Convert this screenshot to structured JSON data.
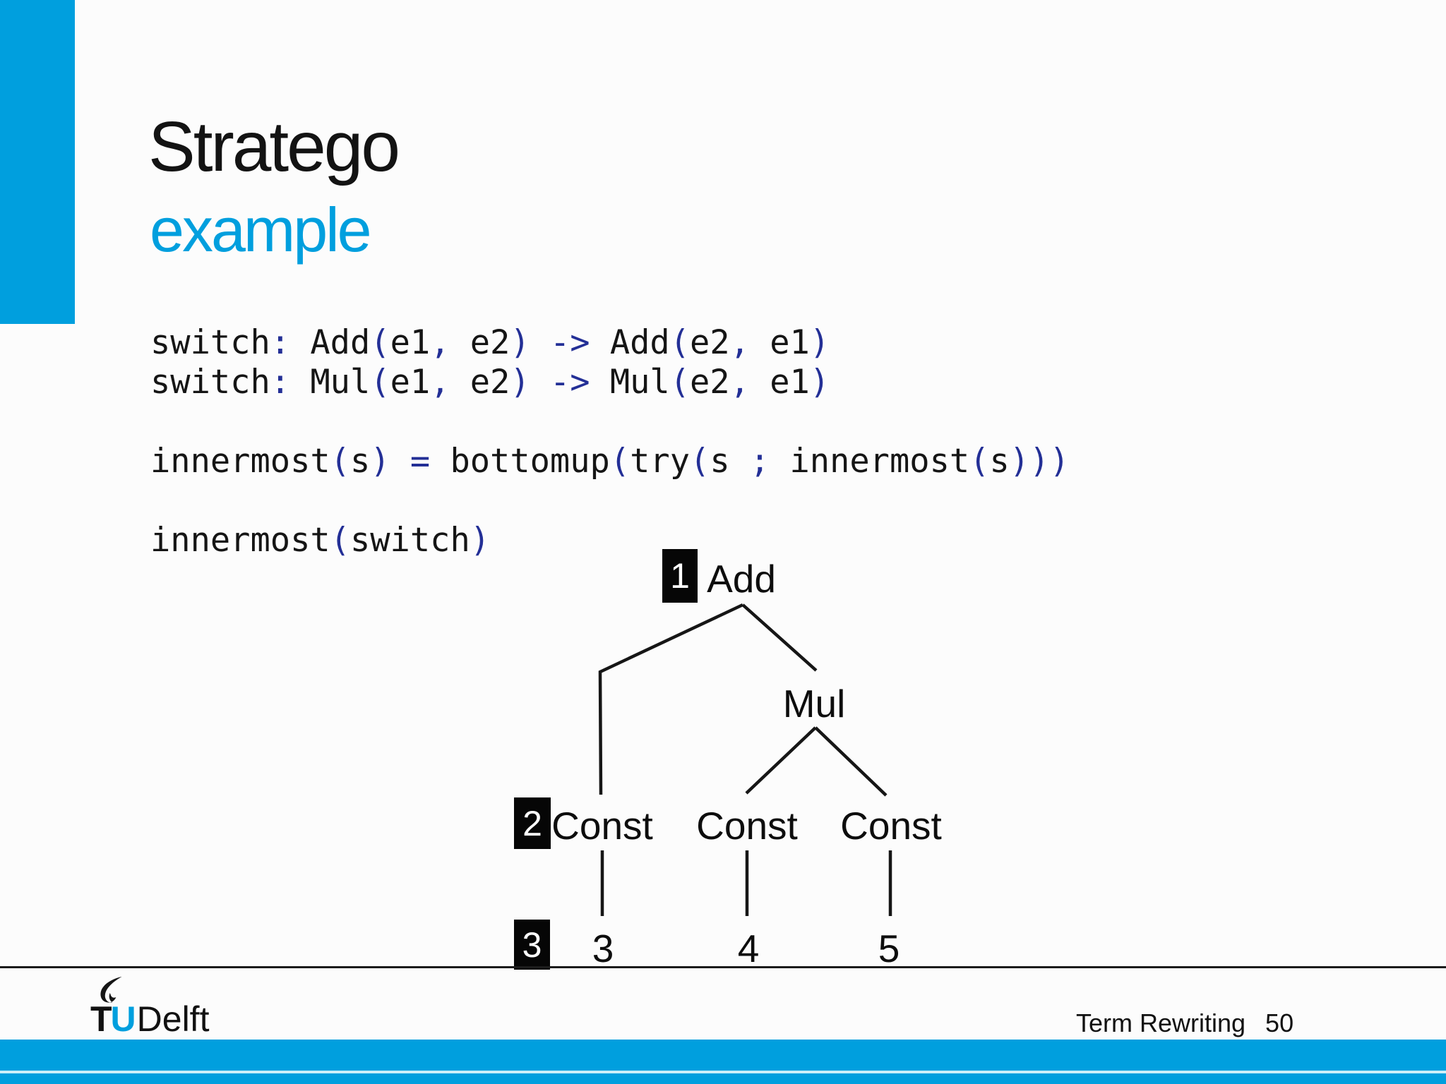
{
  "slide": {
    "title": "Stratego",
    "subtitle": "example",
    "colors": {
      "accent_blue": "#009FDE",
      "punctuation_navy": "#232F96",
      "pale_divider": "#CDEFF9"
    },
    "code_lines": [
      {
        "tokens": [
          {
            "t": "switch",
            "c": "id"
          },
          {
            "t": ":",
            "c": "punct"
          },
          {
            "t": " ",
            "c": "id"
          },
          {
            "t": "Add",
            "c": "id"
          },
          {
            "t": "(",
            "c": "punct"
          },
          {
            "t": "e1",
            "c": "id"
          },
          {
            "t": ",",
            "c": "punct"
          },
          {
            "t": " ",
            "c": "id"
          },
          {
            "t": "e2",
            "c": "id"
          },
          {
            "t": ")",
            "c": "punct"
          },
          {
            "t": " ",
            "c": "id"
          },
          {
            "t": "->",
            "c": "punct"
          },
          {
            "t": " ",
            "c": "id"
          },
          {
            "t": "Add",
            "c": "id"
          },
          {
            "t": "(",
            "c": "punct"
          },
          {
            "t": "e2",
            "c": "id"
          },
          {
            "t": ",",
            "c": "punct"
          },
          {
            "t": " ",
            "c": "id"
          },
          {
            "t": "e1",
            "c": "id"
          },
          {
            "t": ")",
            "c": "punct"
          }
        ]
      },
      {
        "tokens": [
          {
            "t": "switch",
            "c": "id"
          },
          {
            "t": ":",
            "c": "punct"
          },
          {
            "t": " ",
            "c": "id"
          },
          {
            "t": "Mul",
            "c": "id"
          },
          {
            "t": "(",
            "c": "punct"
          },
          {
            "t": "e1",
            "c": "id"
          },
          {
            "t": ",",
            "c": "punct"
          },
          {
            "t": " ",
            "c": "id"
          },
          {
            "t": "e2",
            "c": "id"
          },
          {
            "t": ")",
            "c": "punct"
          },
          {
            "t": " ",
            "c": "id"
          },
          {
            "t": "->",
            "c": "punct"
          },
          {
            "t": " ",
            "c": "id"
          },
          {
            "t": "Mul",
            "c": "id"
          },
          {
            "t": "(",
            "c": "punct"
          },
          {
            "t": "e2",
            "c": "id"
          },
          {
            "t": ",",
            "c": "punct"
          },
          {
            "t": " ",
            "c": "id"
          },
          {
            "t": "e1",
            "c": "id"
          },
          {
            "t": ")",
            "c": "punct"
          }
        ]
      },
      {
        "tokens": []
      },
      {
        "tokens": [
          {
            "t": "innermost",
            "c": "id"
          },
          {
            "t": "(",
            "c": "punct"
          },
          {
            "t": "s",
            "c": "id"
          },
          {
            "t": ")",
            "c": "punct"
          },
          {
            "t": " ",
            "c": "id"
          },
          {
            "t": "=",
            "c": "punct"
          },
          {
            "t": " ",
            "c": "id"
          },
          {
            "t": "bottomup",
            "c": "id"
          },
          {
            "t": "(",
            "c": "punct"
          },
          {
            "t": "try",
            "c": "id"
          },
          {
            "t": "(",
            "c": "punct"
          },
          {
            "t": "s",
            "c": "id"
          },
          {
            "t": " ",
            "c": "id"
          },
          {
            "t": ";",
            "c": "punct"
          },
          {
            "t": " ",
            "c": "id"
          },
          {
            "t": "innermost",
            "c": "id"
          },
          {
            "t": "(",
            "c": "punct"
          },
          {
            "t": "s",
            "c": "id"
          },
          {
            "t": ")))",
            "c": "punct"
          }
        ]
      },
      {
        "tokens": []
      },
      {
        "tokens": [
          {
            "t": "innermost",
            "c": "id"
          },
          {
            "t": "(",
            "c": "punct"
          },
          {
            "t": "switch",
            "c": "id"
          },
          {
            "t": ")",
            "c": "punct"
          }
        ]
      }
    ],
    "tree": {
      "root_label": "Add",
      "mul_label": "Mul",
      "const_labels": [
        "Const",
        "Const",
        "Const"
      ],
      "leaf_values": [
        "3",
        "4",
        "5"
      ],
      "markers": [
        "1",
        "2",
        "3"
      ]
    },
    "footer": {
      "logo_tu_t": "T",
      "logo_tu_u": "U",
      "logo_delft": "Delft",
      "course": "Term Rewriting",
      "page": "50"
    }
  }
}
